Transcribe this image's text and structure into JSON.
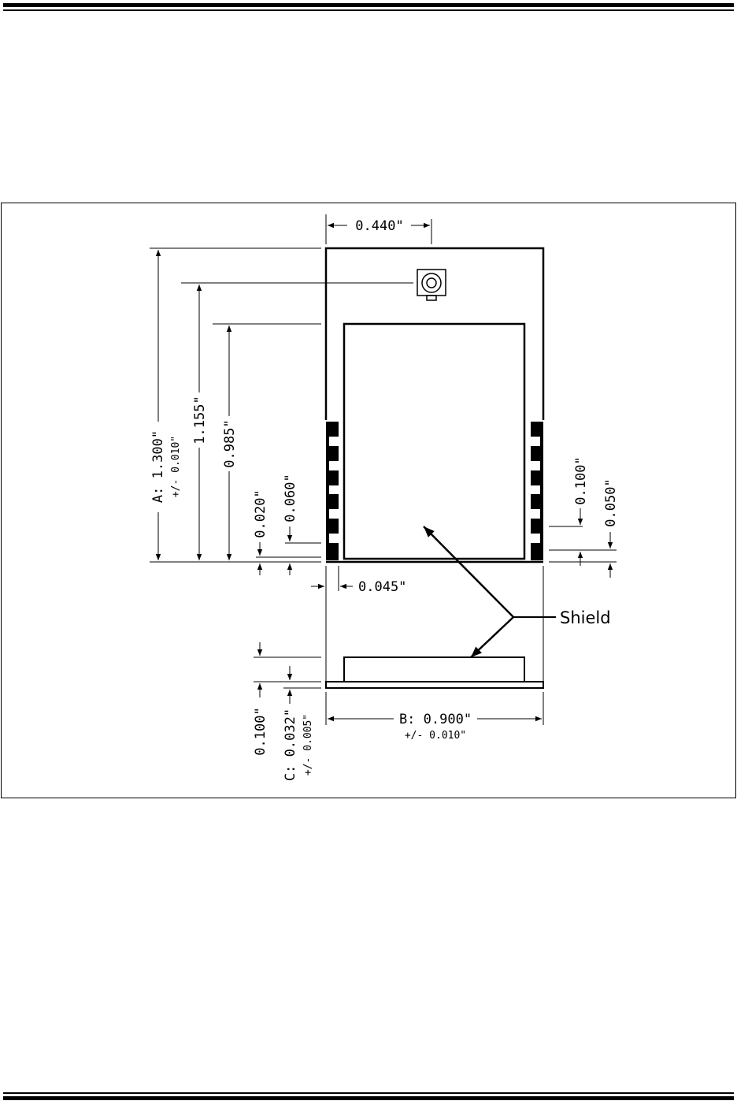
{
  "diagram": {
    "dims": {
      "top_width": "0.440\"",
      "a_label": "A: 1.300\"",
      "a_tol": "+/- 0.010\"",
      "h_1155": "1.155\"",
      "h_0985": "0.985\"",
      "h_0060": "0.060\"",
      "h_0020": "0.020\"",
      "r_0100": "0.100\"",
      "r_0050": "0.050\"",
      "w_0045": "0.045\"",
      "b_label": "B: 0.900\"",
      "b_tol": "+/- 0.010\"",
      "side_0100": "0.100\"",
      "c_label": "C: 0.032\"",
      "c_tol": "+/- 0.005\""
    },
    "shield_label": "Shield"
  }
}
